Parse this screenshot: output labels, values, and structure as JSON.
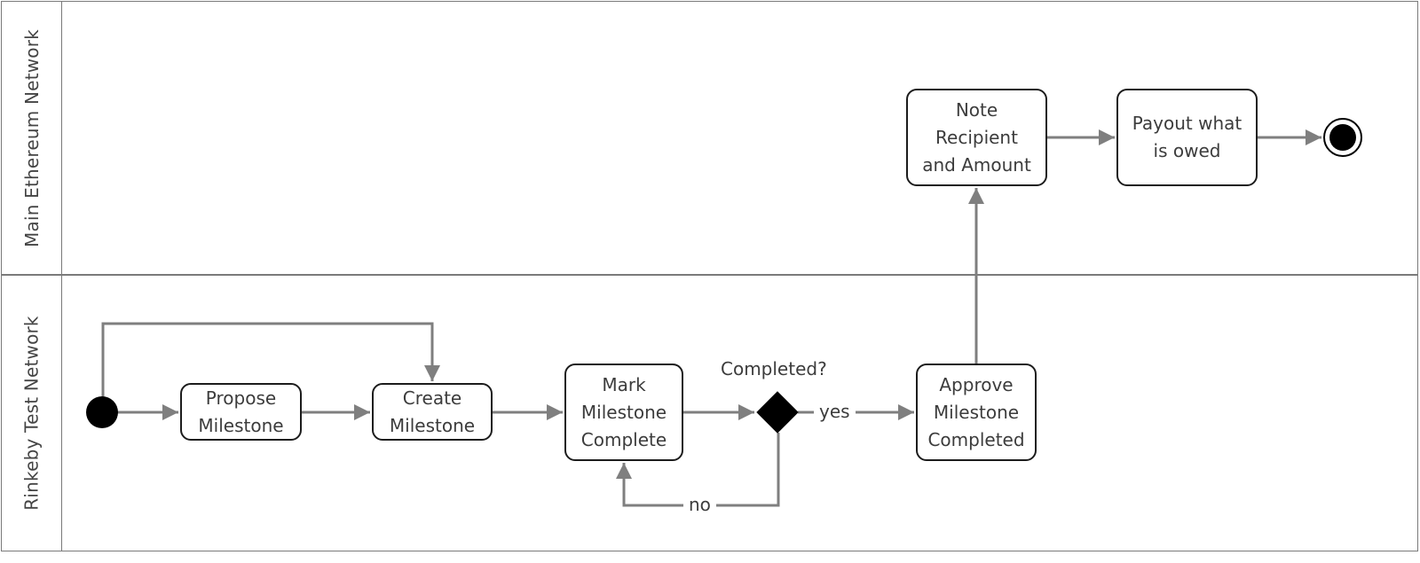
{
  "lanes": [
    {
      "label": "Main Ethereum Network"
    },
    {
      "label": "Rinkeby Test Network"
    }
  ],
  "nodes": {
    "propose": "Propose\nMilestone",
    "create": "Create\nMilestone",
    "mark": "Mark\nMilestone\nComplete",
    "approve": "Approve\nMilestone\nCompleted",
    "note": "Note\nRecipient\nand Amount",
    "payout": "Payout what\nis owed"
  },
  "decision": {
    "question": "Completed?",
    "yes": "yes",
    "no": "no"
  },
  "colors": {
    "edge": "#7f7f7f",
    "node_border": "#1c1c1c",
    "lane_border": "#7a7a7a",
    "marker": "#000000"
  }
}
